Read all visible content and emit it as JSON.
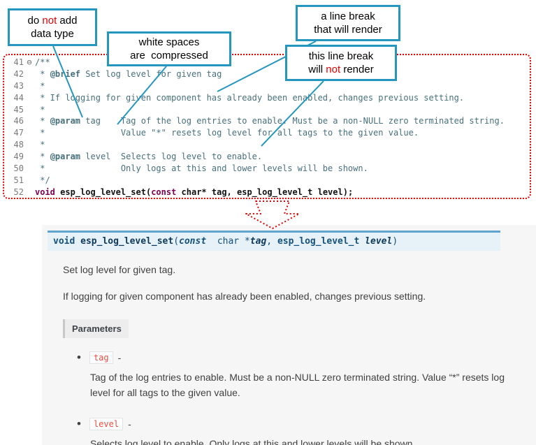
{
  "colors": {
    "callout_teal": "#2596be",
    "alert_red": "#e60000",
    "comment_text": "#47707c",
    "keyword_purple": "#7f0055",
    "signature_bg": "#e7f1f8",
    "signature_border": "#5ea4cc",
    "param_name_red": "#e74c3c"
  },
  "callouts": [
    {
      "label": "do not add data type",
      "lines": [
        [
          {
            "t": "do ",
            "c": "plain"
          },
          {
            "t": "not",
            "c": "red"
          },
          {
            "t": " add",
            "c": "plain"
          }
        ],
        [
          {
            "t": "data type",
            "c": "plain"
          }
        ]
      ]
    },
    {
      "label": "white spaces are compressed",
      "lines": [
        [
          {
            "t": "white spaces",
            "c": "plain"
          }
        ],
        [
          {
            "t": "are  compressed",
            "c": "plain"
          }
        ]
      ]
    },
    {
      "label": "a line break that will render",
      "lines": [
        [
          {
            "t": "a line break",
            "c": "plain"
          }
        ],
        [
          {
            "t": "that will render",
            "c": "plain"
          }
        ]
      ]
    },
    {
      "label": "this line break will not render",
      "lines": [
        [
          {
            "t": "this line break",
            "c": "plain"
          }
        ],
        [
          {
            "t": "will ",
            "c": "plain"
          },
          {
            "t": "not",
            "c": "red"
          },
          {
            "t": " render",
            "c": "plain"
          }
        ]
      ]
    }
  ],
  "code": {
    "fold_glyph": "⊖",
    "lines": [
      {
        "num": "41",
        "fold": "⊖",
        "segments": [
          {
            "t": "/**",
            "c": "cm"
          }
        ]
      },
      {
        "num": "42",
        "segments": [
          {
            "t": " * ",
            "c": "cm"
          },
          {
            "t": "@brief",
            "c": "tg"
          },
          {
            "t": " Set log level for given tag",
            "c": "cm"
          }
        ]
      },
      {
        "num": "43",
        "segments": [
          {
            "t": " *",
            "c": "cm"
          }
        ]
      },
      {
        "num": "44",
        "segments": [
          {
            "t": " * If logging for given component has already been enabled, changes previous setting.",
            "c": "cm"
          }
        ]
      },
      {
        "num": "45",
        "segments": [
          {
            "t": " *",
            "c": "cm"
          }
        ]
      },
      {
        "num": "46",
        "segments": [
          {
            "t": " * ",
            "c": "cm"
          },
          {
            "t": "@param",
            "c": "tg"
          },
          {
            "t": " tag    Tag of the log entries to enable. Must be a non-NULL zero terminated string.",
            "c": "cm"
          }
        ]
      },
      {
        "num": "47",
        "segments": [
          {
            "t": " *               Value \"*\" resets log level for all tags to the given value.",
            "c": "cm"
          }
        ]
      },
      {
        "num": "48",
        "segments": [
          {
            "t": " *",
            "c": "cm"
          }
        ]
      },
      {
        "num": "49",
        "segments": [
          {
            "t": " * ",
            "c": "cm"
          },
          {
            "t": "@param",
            "c": "tg"
          },
          {
            "t": " level  Selects log level to enable.",
            "c": "cm"
          }
        ]
      },
      {
        "num": "50",
        "segments": [
          {
            "t": " *               Only logs at this and lower levels will be shown.",
            "c": "cm"
          }
        ]
      },
      {
        "num": "51",
        "segments": [
          {
            "t": " */",
            "c": "cm"
          }
        ]
      },
      {
        "num": "52",
        "segments": [
          {
            "t": "void",
            "c": "kw"
          },
          {
            "t": " esp_log_level_set(",
            "c": "plb"
          },
          {
            "t": "const",
            "c": "kw"
          },
          {
            "t": " char* tag, esp_log_level_t level);",
            "c": "plb"
          }
        ]
      }
    ]
  },
  "docs": {
    "signature": [
      {
        "t": "void",
        "c": "sig-kw"
      },
      {
        "t": " ",
        "c": "sig"
      },
      {
        "t": "esp_log_level_set",
        "c": "sig-name"
      },
      {
        "t": "(",
        "c": "sig"
      },
      {
        "t": "const",
        "c": "sig-kwi"
      },
      {
        "t": "  char *",
        "c": "sig"
      },
      {
        "t": "tag",
        "c": "sig-param"
      },
      {
        "t": ", ",
        "c": "sig"
      },
      {
        "t": "esp_log_level_t",
        "c": "sig-kw"
      },
      {
        "t": " ",
        "c": "sig"
      },
      {
        "t": "level",
        "c": "sig-param"
      },
      {
        "t": ")",
        "c": "sig"
      }
    ],
    "para1": "Set log level for given tag.",
    "para2": "If logging for given component has already been enabled, changes previous setting.",
    "parameters_label": "Parameters",
    "bullet_glyph": "•",
    "params": [
      {
        "name": "tag",
        "dash": "-",
        "desc": "Tag of the log entries to enable. Must be a non-NULL zero terminated string. Value “*” resets log level for all tags to the given value."
      },
      {
        "name": "level",
        "dash": "-",
        "desc": "Selects log level to enable. Only logs at this and lower levels will be shown."
      }
    ]
  }
}
